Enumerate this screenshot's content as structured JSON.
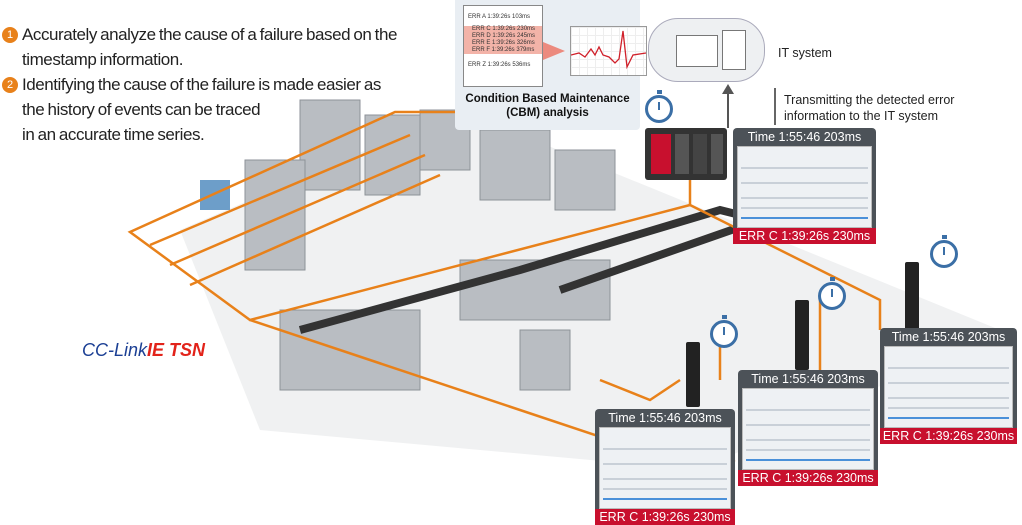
{
  "bullets": [
    {
      "num": "1",
      "lines": [
        "Accurately analyze the cause of a failure based on the",
        "timestamp information."
      ]
    },
    {
      "num": "2",
      "lines": [
        "Identifying the cause of the failure is made easier as",
        "the history of events can be traced",
        "in an accurate time series."
      ]
    }
  ],
  "cbm": {
    "log": [
      "ERR A 1:39:26s 103ms",
      "ERR C 1:39:26s 230ms",
      "ERR D 1:39:26s 245ms",
      "ERR E 1:39:26s 326ms",
      "ERR F 1:39:26s 379ms",
      "ERR Z 1:39:26s 536ms"
    ],
    "title_line1": "Condition Based Maintenance",
    "title_line2": "(CBM) analysis"
  },
  "it_system": "IT system",
  "transmit": [
    "Transmitting the detected error",
    "information to the IT system"
  ],
  "logo": {
    "part1": "CC-Link",
    "part2": "IE TSN"
  },
  "screens": [
    {
      "time": "Time 1:55:46 203ms",
      "err": "ERR C 1:39:26s 230ms"
    },
    {
      "time": "Time 1:55:46 203ms",
      "err": "ERR C 1:39:26s 230ms"
    },
    {
      "time": "Time 1:55:46 203ms",
      "err": "ERR C 1:39:26s 230ms"
    },
    {
      "time": "Time 1:55:46 203ms",
      "err": "ERR C 1:39:26s 230ms"
    }
  ],
  "colors": {
    "accent": "#e8811a",
    "error": "#c8102e",
    "watch": "#3b6fa6"
  }
}
